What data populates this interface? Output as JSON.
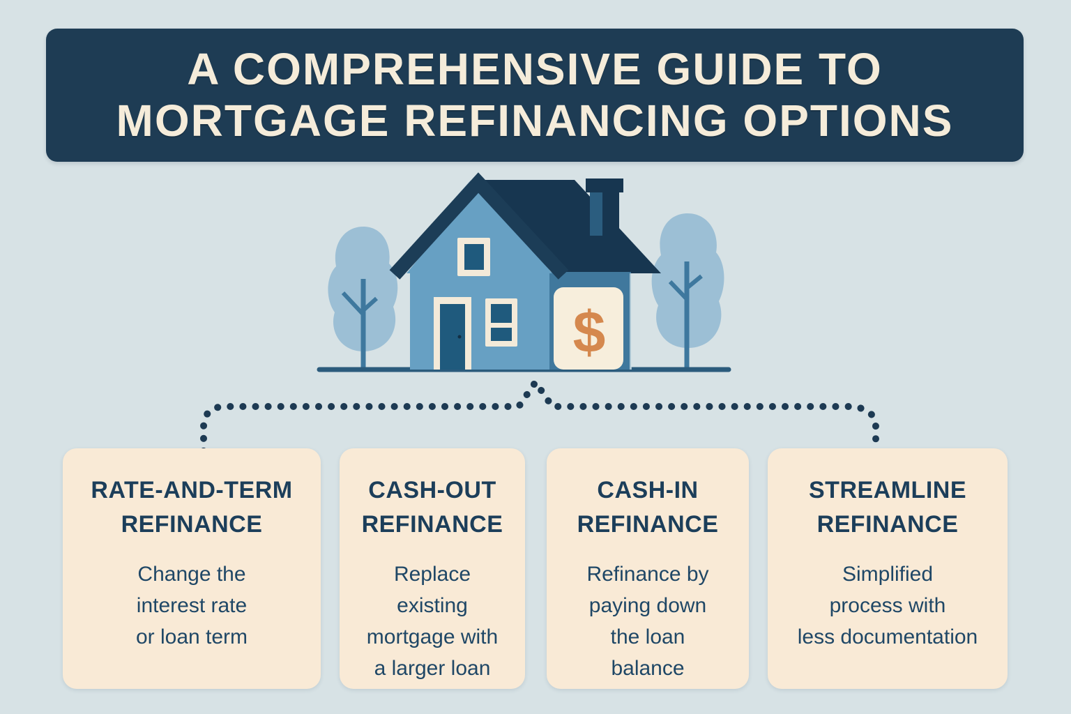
{
  "banner": {
    "title": "A COMPREHENSIVE GUIDE TO\nMORTGAGE REFINANCING OPTIONS"
  },
  "illustration": {
    "dollar_sign": "$"
  },
  "cards": [
    {
      "title": "RATE-AND-TERM\nREFINANCE",
      "body": "Change the\ninterest rate\nor loan term"
    },
    {
      "title": "CASH-OUT\nREFINANCE",
      "body": "Replace\nexisting\nmortgage with\na larger loan"
    },
    {
      "title": "CASH-IN\nREFINANCE",
      "body": "Refinance by\npaying down\nthe loan\nbalance"
    },
    {
      "title": "STREAMLINE\nREFINANCE",
      "body": "Simplified\nprocess with\nless documentation"
    }
  ],
  "colors": {
    "background": "#d7e2e5",
    "banner_bg": "#1e3c54",
    "banner_text": "#f5ecda",
    "card_bg": "#f9ead6",
    "heading_navy": "#1c3e5a",
    "body_navy": "#1f4766",
    "house_front_blue": "#67a0c3",
    "house_side_blue": "#40789d",
    "roof_navy": "#173650",
    "window_glass_blue": "#1f5a7d",
    "frame_cream": "#f3ead9",
    "dollar_orange": "#d5884e",
    "tree_foliage_blue": "#9cbfd5",
    "tree_trunk_blue": "#3e789e",
    "connector_dot_navy": "#1d3a53"
  }
}
